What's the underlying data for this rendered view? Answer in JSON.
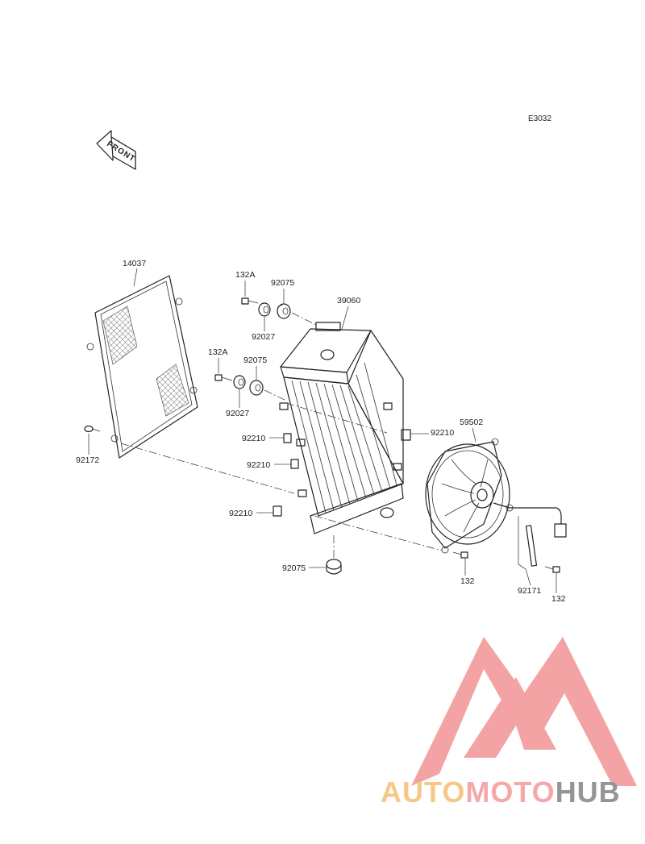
{
  "diagram": {
    "code": "E3032",
    "front_arrow_text": "FRONT",
    "labels": [
      {
        "id": "l-14037",
        "text": "14037"
      },
      {
        "id": "l-132a-top",
        "text": "132A"
      },
      {
        "id": "l-92075-top",
        "text": "92075"
      },
      {
        "id": "l-39060",
        "text": "39060"
      },
      {
        "id": "l-92027-top",
        "text": "92027"
      },
      {
        "id": "l-132a-mid",
        "text": "132A"
      },
      {
        "id": "l-92075-mid",
        "text": "92075"
      },
      {
        "id": "l-92027-mid",
        "text": "92027"
      },
      {
        "id": "l-92210-a",
        "text": "92210"
      },
      {
        "id": "l-92210-b",
        "text": "92210"
      },
      {
        "id": "l-92210-c",
        "text": "92210"
      },
      {
        "id": "l-92210-right",
        "text": "92210"
      },
      {
        "id": "l-59502",
        "text": "59502"
      },
      {
        "id": "l-92172",
        "text": "92172"
      },
      {
        "id": "l-92075-bottom",
        "text": "92075"
      },
      {
        "id": "l-132-mid",
        "text": "132"
      },
      {
        "id": "l-92171",
        "text": "92171"
      },
      {
        "id": "l-132-right",
        "text": "132"
      }
    ]
  },
  "watermark": {
    "auto": "AUTO",
    "moto": "MOTO",
    "hub": "HUB"
  }
}
